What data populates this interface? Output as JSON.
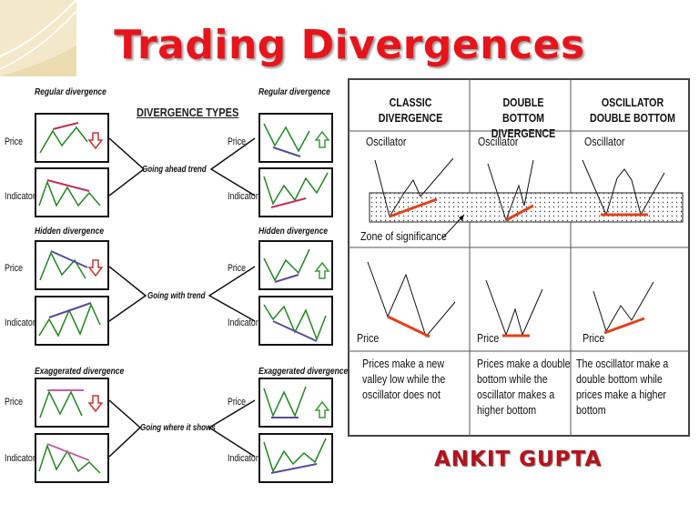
{
  "title": "Trading Divergences",
  "author": "ANKIT GUPTA",
  "left_diagram": {
    "heading": "DIVERGENCE TYPES",
    "left_sections": [
      "Regular divergence",
      "Hidden divergence",
      "Exaggerated divergence"
    ],
    "right_sections": [
      "Regular divergence",
      "Hidden divergence",
      "Exaggerated divergence"
    ],
    "middle_labels": [
      "Going ahead trend",
      "Going with trend",
      "Going where it shows"
    ],
    "price_label": "Price",
    "indicator_label": "Indicator"
  },
  "right_table": {
    "columns": [
      "CLASSIC DIVERGENCE",
      "DOUBLE BOTTOM DIVERGENCE",
      "OSCILLATOR DOUBLE BOTTOM"
    ],
    "oscillator_label": "Oscillator",
    "price_label": "Price",
    "zone_label": "Zone of significance",
    "descriptions": [
      [
        "Prices make a new",
        "valley low while the",
        "oscillator does not"
      ],
      [
        "Prices make a double",
        "bottom while the",
        "oscillator makes a",
        "higher bottom"
      ],
      [
        "The oscillator  make a",
        "double bottom while",
        "prices make a higher",
        "bottom"
      ]
    ]
  },
  "colors": {
    "title": "#e8141b",
    "author": "#b7121b",
    "up_arrow": "#3a9a3a",
    "down_arrow": "#d03030",
    "wave": "#1e8a1e",
    "trend_line": "#c0305a",
    "divergence_line": "#e5401a"
  }
}
